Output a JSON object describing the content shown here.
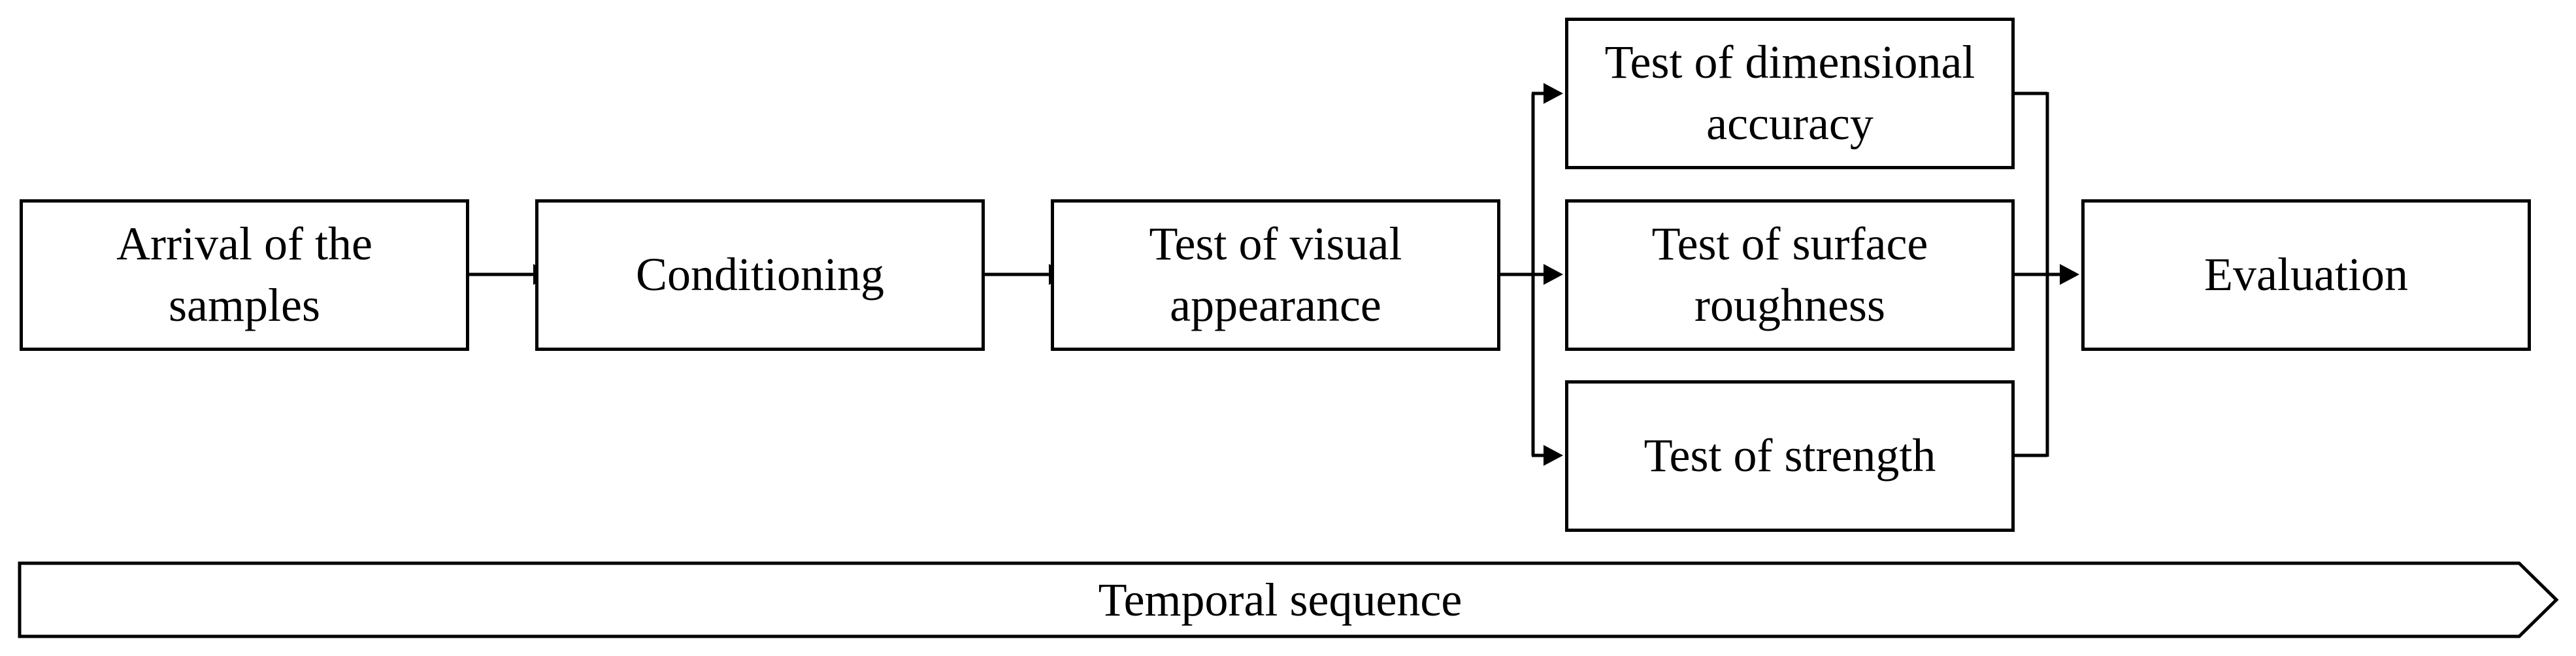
{
  "diagram": {
    "nodes": {
      "arrival": "Arrival of the\nsamples",
      "conditioning": "Conditioning",
      "visual": "Test of visual\nappearance",
      "dimensional": "Test of dimensional\naccuracy",
      "roughness": "Test of surface\nroughness",
      "strength": "Test of strength",
      "evaluation": "Evaluation"
    },
    "timeline": {
      "label": "Temporal sequence"
    },
    "colors": {
      "line": "#000000",
      "fill": "#ffffff"
    }
  }
}
